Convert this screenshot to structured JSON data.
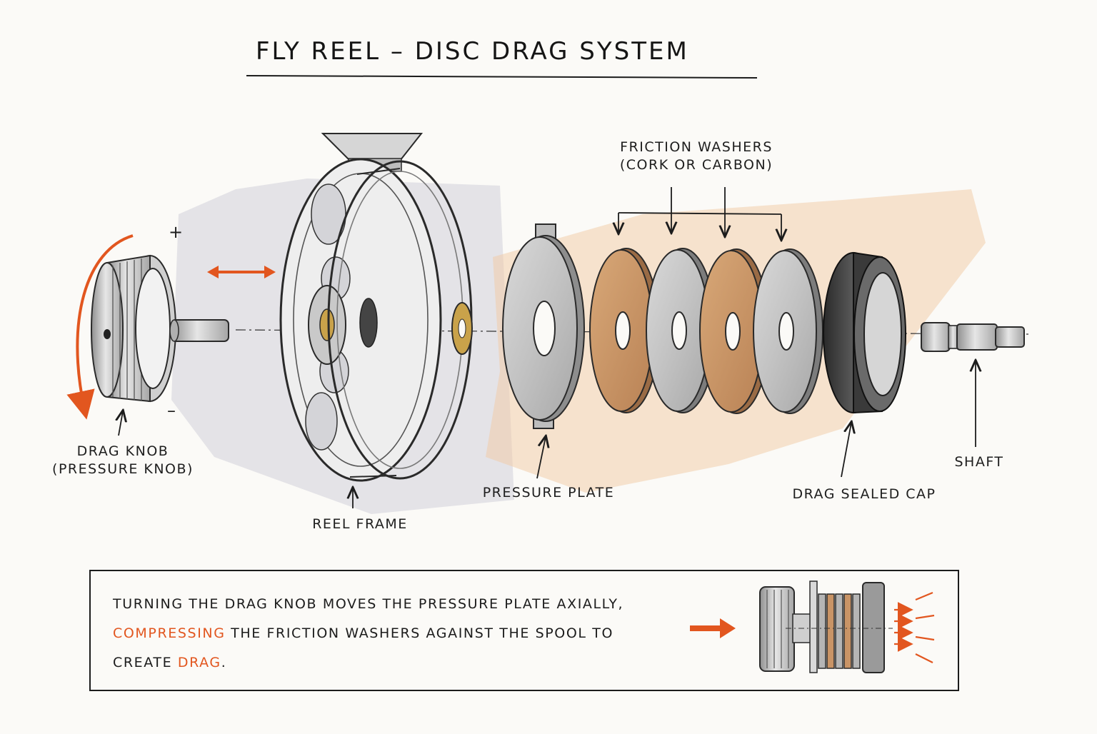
{
  "title": "FLY REEL – DISC DRAG SYSTEM",
  "labels": {
    "friction_washers_line1": "FRICTION WASHERS",
    "friction_washers_line2": "(CORK OR CARBON)",
    "drag_knob_line1": "DRAG KNOB",
    "drag_knob_line2": "(PRESSURE KNOB)",
    "reel_frame": "REEL FRAME",
    "pressure_plate": "PRESSURE PLATE",
    "drag_sealed_cap": "DRAG SEALED CAP",
    "shaft": "SHAFT",
    "plus": "+",
    "minus": "–"
  },
  "note": {
    "part1": "TURNING THE DRAG KNOB MOVES THE PRESSURE PLATE AXIALLY,",
    "highlight1": "COMPRESSING",
    "part2": " THE FRICTION WASHERS AGAINST THE SPOOL TO",
    "part3": "CREATE ",
    "highlight2": "DRAG",
    "part4": "."
  },
  "colors": {
    "accent": "#e2561f",
    "cork": "#c99466",
    "metal": "#b9b9b9",
    "brass": "#c9a24a",
    "ink": "#1c1c1c"
  }
}
